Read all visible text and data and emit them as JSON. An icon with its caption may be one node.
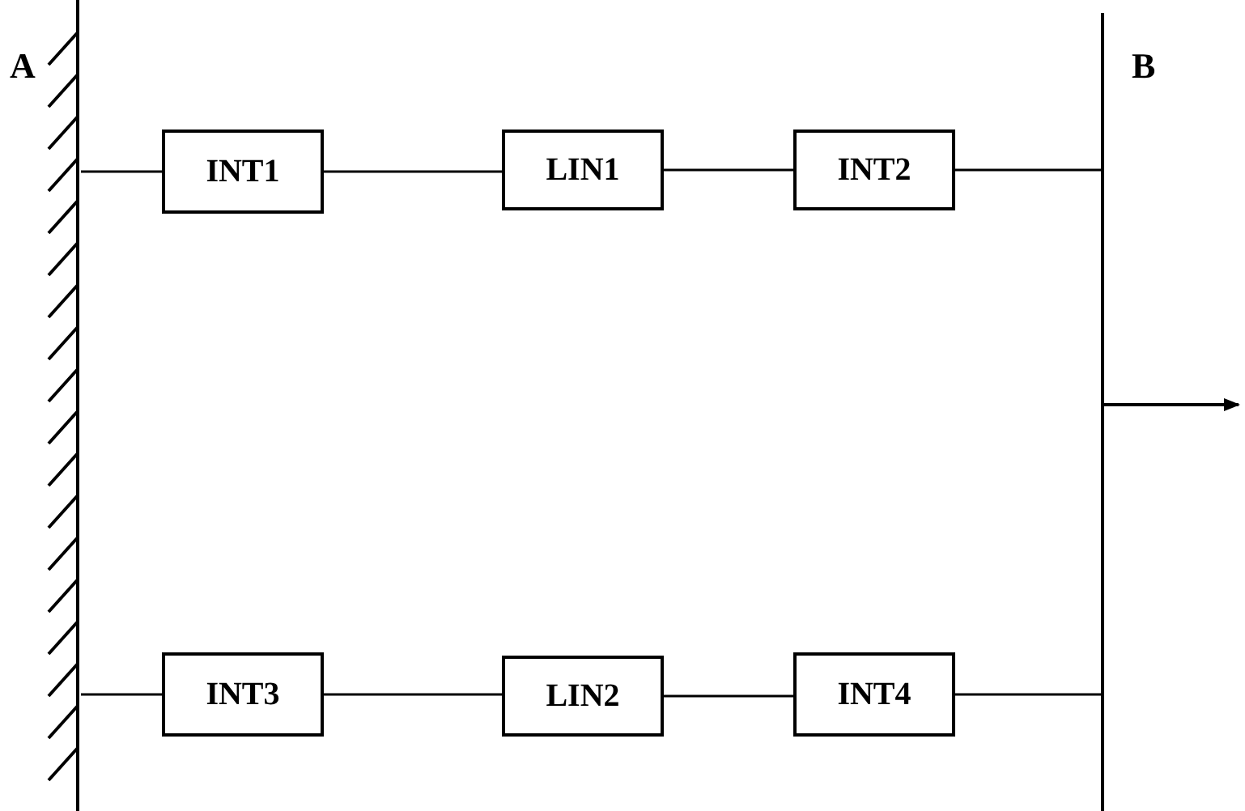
{
  "diagram": {
    "nodes": [
      {
        "text": [
          "A"
        ]
      },
      {
        "text": [
          "INT1"
        ]
      },
      {
        "text": [
          "LIN1"
        ]
      },
      {
        "text": [
          "INT2"
        ]
      },
      {
        "text": [
          "B"
        ]
      },
      {
        "text": [
          "INT3"
        ]
      },
      {
        "text": [
          "LIN2"
        ]
      },
      {
        "text": [
          "INT4"
        ]
      }
    ],
    "edges": [
      {
        "from": 0,
        "to": 1,
        "arrow": "none"
      },
      {
        "from": 1,
        "to": 2,
        "arrow": "none"
      },
      {
        "from": 2,
        "to": 3,
        "arrow": "none"
      },
      {
        "from": 3,
        "to": 4,
        "arrow": "none"
      },
      {
        "from": 0,
        "to": 5,
        "arrow": "none"
      },
      {
        "from": 5,
        "to": 6,
        "arrow": "none"
      },
      {
        "from": 6,
        "to": 7,
        "arrow": "none"
      },
      {
        "from": 7,
        "to": 4,
        "arrow": "none"
      }
    ]
  }
}
